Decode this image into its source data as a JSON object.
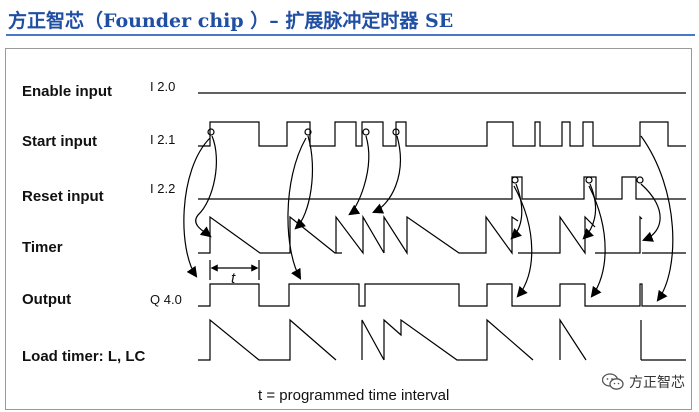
{
  "title": "方正智芯（Founder chip ）– 扩展脉冲定时器 SE",
  "signals": [
    {
      "label": "Enable input",
      "address": "I 2.0"
    },
    {
      "label": "Start input",
      "address": "I 2.1"
    },
    {
      "label": "Reset input",
      "address": "I 2.2"
    },
    {
      "label": "Timer",
      "address": ""
    },
    {
      "label": "Output",
      "address": "Q 4.0"
    },
    {
      "label": "Load timer: L, LC",
      "address": ""
    }
  ],
  "t_marker": "t",
  "caption": "t = programmed time interval",
  "watermark": {
    "text": "方正智芯",
    "icon": "wechat-icon"
  },
  "colors": {
    "title": "#1f4ea3",
    "rule": "#4a78c8"
  }
}
